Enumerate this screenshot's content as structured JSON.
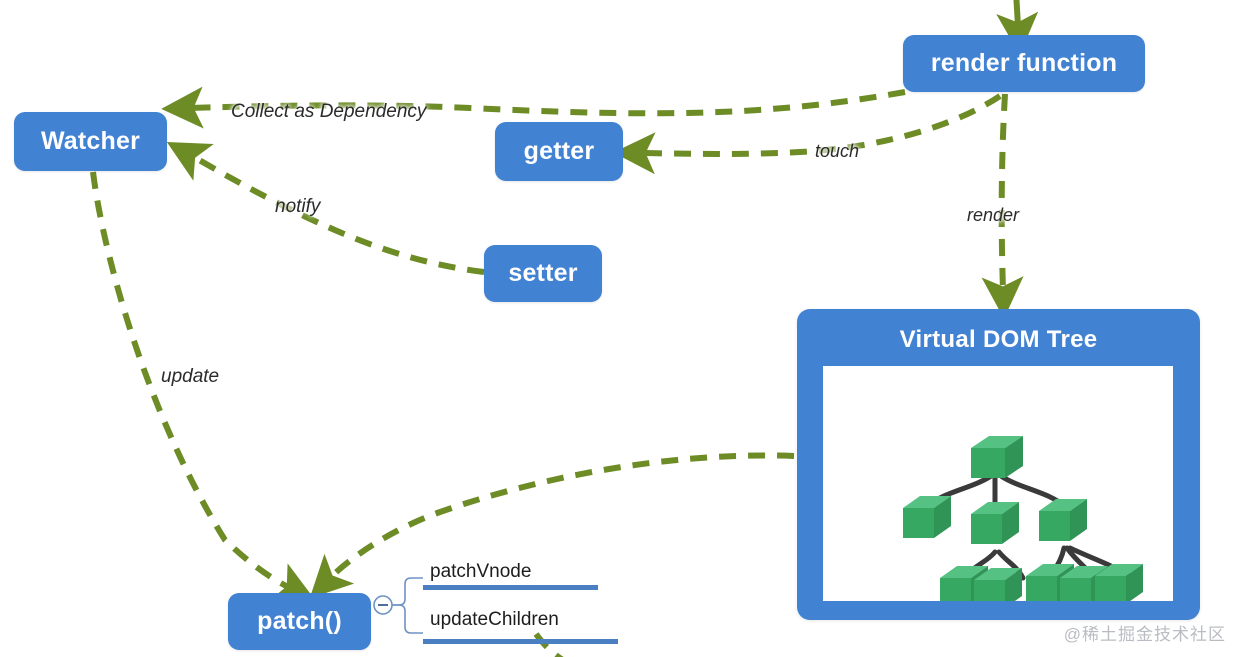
{
  "diagram": {
    "title": "Vue reactivity and virtual DOM flow",
    "colors": {
      "node_blue": "#4182d2",
      "edge_green": "#6d8c26",
      "cube_green": "#3aa862",
      "branch_blue": "#4a7fc1",
      "text_dark": "#2b2b2b"
    },
    "nodes": [
      {
        "id": "watcher",
        "label": "Watcher"
      },
      {
        "id": "getter",
        "label": "getter"
      },
      {
        "id": "setter",
        "label": "setter"
      },
      {
        "id": "render_function",
        "label": "render function"
      },
      {
        "id": "patch",
        "label": "patch()"
      },
      {
        "id": "virtual_dom_tree",
        "label": "Virtual DOM Tree"
      }
    ],
    "edge_labels": {
      "collect": "Collect as Dependency",
      "notify": "notify",
      "update": "update",
      "touch": "touch",
      "render": "render"
    },
    "branch": {
      "toggle_icon": "collapse-minus-icon",
      "items": [
        {
          "label": "patchVnode"
        },
        {
          "label": "updateChildren"
        }
      ]
    },
    "tree": {
      "node_count": 9,
      "levels": [
        1,
        3,
        5
      ],
      "description": "root with three children; middle child has two leaves, right child has three leaves"
    },
    "watermark": "@稀土掘金技术社区"
  }
}
